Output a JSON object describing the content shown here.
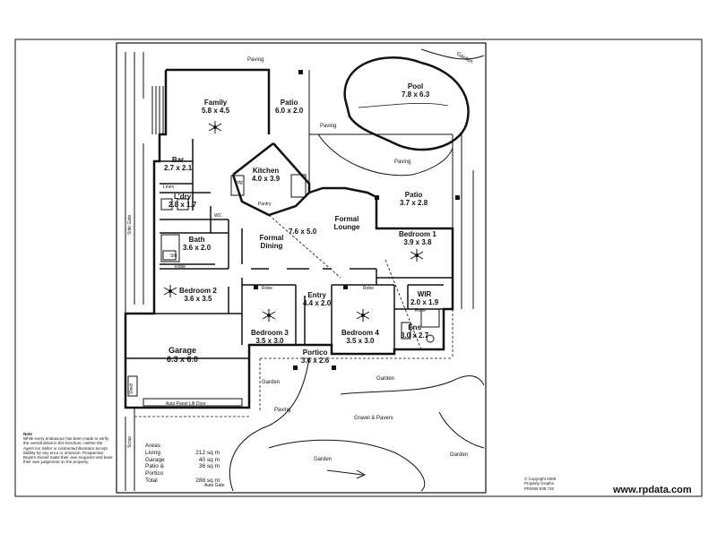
{
  "rooms": {
    "family": {
      "name": "Family",
      "dim": "5.8 x 4.5"
    },
    "patio_top": {
      "name": "Patio",
      "dim": "6.0 x 2.0"
    },
    "pool": {
      "name": "Pool",
      "dim": "7.8 x 6.3"
    },
    "bar": {
      "name": "Bar",
      "dim": "2.7 x 2.1"
    },
    "kitchen": {
      "name": "Kitchen",
      "dim": "4.0 x 3.9"
    },
    "ldry": {
      "name": "L'dry",
      "dim": "2.8 x 1.7"
    },
    "bath": {
      "name": "Bath",
      "dim": "3.6 x 2.0"
    },
    "formal_lounge": {
      "name": "Formal Lounge",
      "dim": "7.6 x 5.0"
    },
    "formal_dining": {
      "name": "Formal Dining"
    },
    "patio_right": {
      "name": "Patio",
      "dim": "3.7 x 2.8"
    },
    "bedroom1": {
      "name": "Bedroom 1",
      "dim": "3.9 x 3.8"
    },
    "bedroom2": {
      "name": "Bedroom 2",
      "dim": "3.6 x 3.5"
    },
    "bedroom3": {
      "name": "Bedroom 3",
      "dim": "3.5 x 3.0"
    },
    "bedroom4": {
      "name": "Bedroom 4",
      "dim": "3.5 x 3.0"
    },
    "entry": {
      "name": "Entry",
      "dim": "4.4 x 2.0"
    },
    "wir": {
      "name": "WIR",
      "dim": "2.0 x 1.9"
    },
    "ens": {
      "name": "Ens",
      "dim": "3.0 x 2.7"
    },
    "garage": {
      "name": "Garage",
      "dim": "6.3 x 6.0"
    },
    "portico": {
      "name": "Portico",
      "dim": "3.6 x 2.6"
    }
  },
  "labels": {
    "paving_top": "Paving",
    "paving_mid": "Paving",
    "paving_pool": "Paving",
    "paving_bottom": "Paving",
    "garden_tr": "Garden",
    "garden_mid": "Garden",
    "garden_left": "Garden",
    "garden_bottom": "Garden",
    "garden_br": "Garden",
    "gravel": "Gravel & Pavers",
    "linen": "Linen",
    "fridge": "Fdg",
    "pantry": "Pantry",
    "robe_b2": "Robe",
    "robe_b3": "Robe",
    "robe_b4": "Robe",
    "robe_ens": "Robe",
    "shr": "Shr",
    "wc": "WC",
    "auto_door": "Auto Panel Lift Door",
    "auto_gate": "Auto Gate",
    "shed": "Shed",
    "side_gate": "Side Gate",
    "scrap": "Scrap"
  },
  "note": {
    "title": "Note",
    "body": "While every endeavour has been made to verify the overall detail in this brochure, neither the Agent nor Seller or contracted illustrator accept liability for any error or omission. Prospective Buyers should make their own enquiries and base their own judgement on the property."
  },
  "areas": {
    "title": "Areas",
    "rows": [
      {
        "k": "Living",
        "v": "212 sq m"
      },
      {
        "k": "Garage",
        "v": "40 sq m"
      },
      {
        "k": "Patio & Portico",
        "v": "36 sq m"
      },
      {
        "k": "Total",
        "v": "288 sq m"
      }
    ]
  },
  "copyright": {
    "line1": "© Copyright 2008",
    "line2": "Property Graphs",
    "line3": "Ph0499 638 732"
  },
  "footer": {
    "url": "www.rpdata.com"
  },
  "colors": {
    "line": "#111111",
    "background": "#ffffff"
  }
}
